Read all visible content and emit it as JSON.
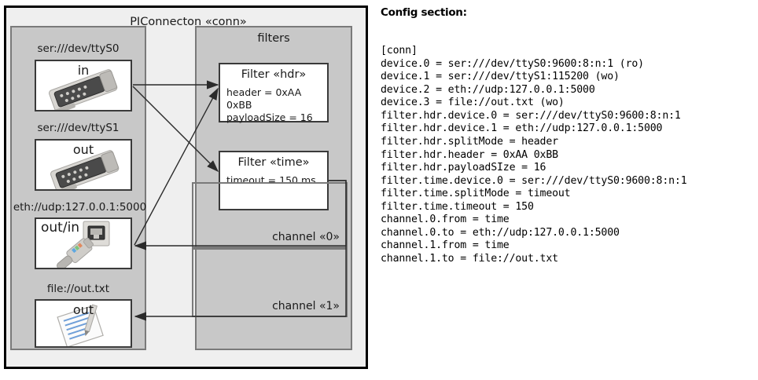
{
  "diagram": {
    "title": "PIConnecton «conn»",
    "groups": {
      "devices_title": "",
      "filters_title": "filters"
    },
    "devices": [
      {
        "caption": "ser:///dev/ttyS0",
        "label": "in",
        "icon": "serial-port-icon"
      },
      {
        "caption": "ser:///dev/ttyS1",
        "label": "out",
        "icon": "serial-port-icon"
      },
      {
        "caption": "eth://udp:127.0.0.1:5000",
        "label": "out/in",
        "icon": "ethernet-jack-icon"
      },
      {
        "caption": "file://out.txt",
        "label": "out",
        "icon": "text-file-icon"
      }
    ],
    "filters": [
      {
        "title": "Filter «hdr»",
        "attrs": [
          "header = 0xAA 0xBB",
          "payloadSize = 16"
        ]
      },
      {
        "title": "Filter «time»",
        "attrs": [
          "timeout = 150 ms"
        ]
      }
    ],
    "channels": [
      {
        "label": "channel «0»"
      },
      {
        "label": "channel «1»"
      }
    ]
  },
  "config": {
    "heading": "Config section:",
    "lines": [
      "[conn]",
      "device.0 = ser:///dev/ttyS0:9600:8:n:1 (ro)",
      "device.1 = ser:///dev/ttyS1:115200 (wo)",
      "device.2 = eth://udp:127.0.0.1:5000",
      "device.3 = file://out.txt (wo)",
      "filter.hdr.device.0 = ser:///dev/ttyS0:9600:8:n:1",
      "filter.hdr.device.1 = eth://udp:127.0.0.1:5000",
      "filter.hdr.splitMode = header",
      "filter.hdr.header = 0xAA 0xBB",
      "filter.hdr.payloadSIze = 16",
      "filter.time.device.0 = ser:///dev/ttyS0:9600:8:n:1",
      "filter.time.splitMode = timeout",
      "filter.time.timeout = 150",
      "channel.0.from = time",
      "channel.0.to = eth://udp:127.0.0.1:5000",
      "channel.1.from = time",
      "channel.1.to = file://out.txt"
    ]
  },
  "colors": {
    "page_background": "#ffffff",
    "outer_frame_fill": "#efefef",
    "group_fill": "#c8c8c8",
    "group_border": "#7a7a7a",
    "node_fill": "#ffffff",
    "node_border": "#3a3a3a",
    "arrow": "#2a2a2a",
    "text": "#1a1a1a"
  }
}
